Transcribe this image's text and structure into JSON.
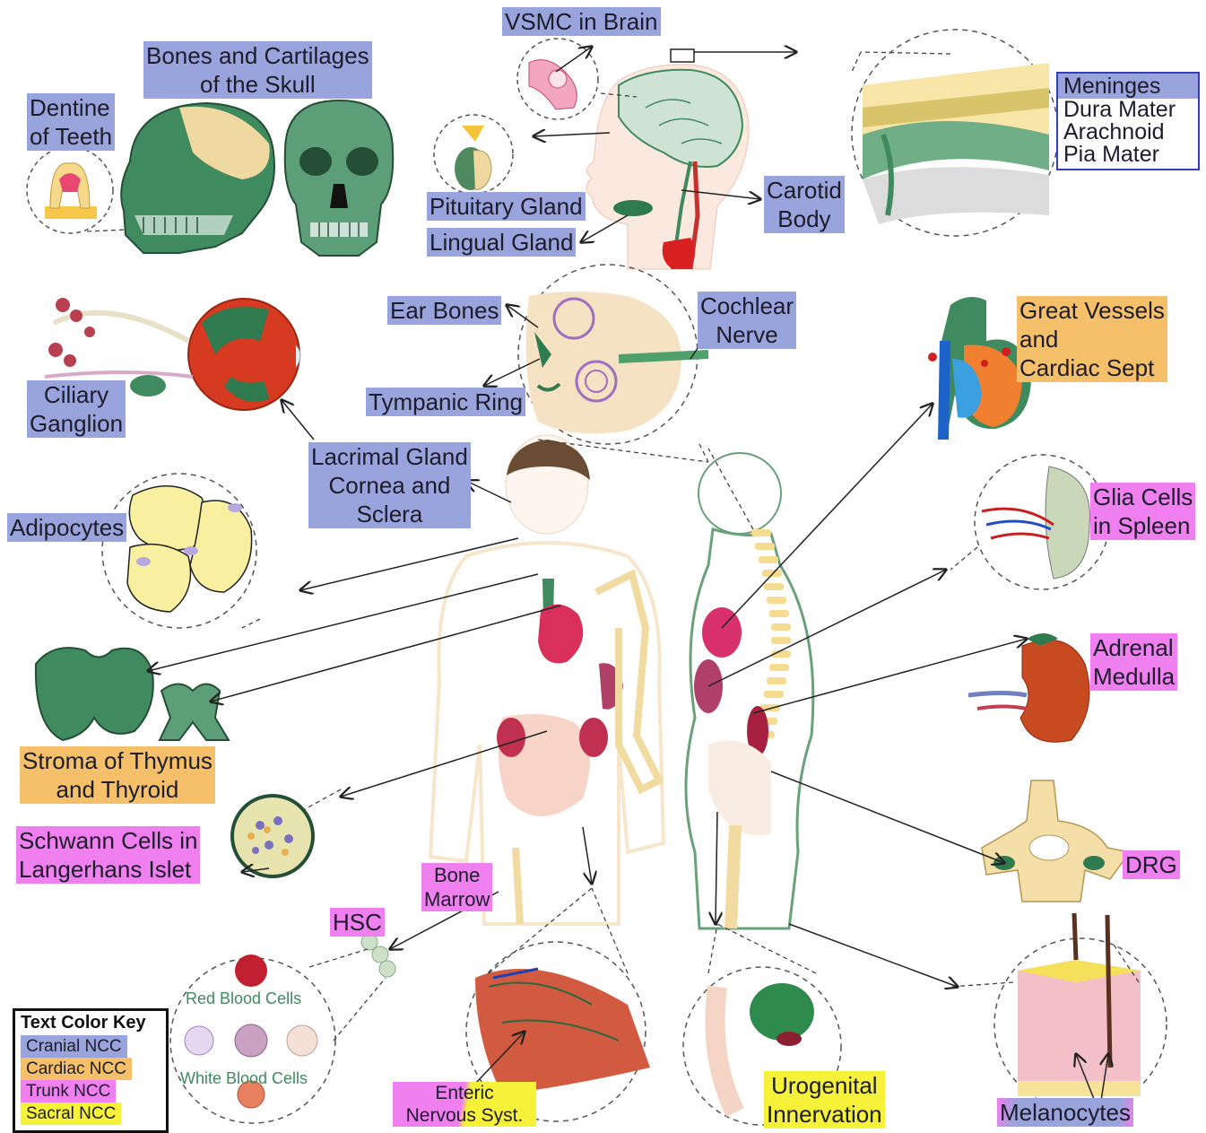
{
  "labels": {
    "dentine": "Dentine\nof Teeth",
    "skull": "Bones and Cartilages\nof the Skull",
    "vsmc": "VSMC in Brain",
    "pituitary": "Pituitary Gland",
    "lingual": "Lingual Gland",
    "carotid": "Carotid\nBody",
    "ear_bones": "Ear Bones",
    "cochlear": "Cochlear\nNerve",
    "tympanic": "Tympanic Ring",
    "ciliary": "Ciliary\nGanglion",
    "lacrimal": "Lacrimal Gland\nCornea and\nSclera",
    "adipocytes": "Adipocytes",
    "stroma": "Stroma of Thymus\nand Thyroid",
    "schwann": "Schwann Cells in\nLangerhans Islet",
    "bone_marrow": "Bone\nMarrow",
    "hsc": "HSC",
    "red_blood": "Red Blood Cells",
    "white_blood": "White Blood Cells",
    "enteric": "Enteric\nNervous Syst.",
    "urogenital": "Urogenital\nInnervation",
    "great_vessels": "Great Vessels\nand\nCardiac Sept",
    "glia": "Glia Cells\nin Spleen",
    "adrenal": "Adrenal\nMedulla",
    "drg": "DRG",
    "melanocytes": "Melanocytes"
  },
  "meninges": {
    "title": "Meninges",
    "items": [
      "Dura Mater",
      "Arachnoid",
      "Pia Mater"
    ]
  },
  "key": {
    "title": "Text Color Key",
    "items": [
      {
        "label": "Cranial NCC",
        "color": "#9aa4dc"
      },
      {
        "label": "Cardiac NCC",
        "color": "#f6c06a"
      },
      {
        "label": "Trunk NCC",
        "color": "#f07ff0"
      },
      {
        "label": "Sacral NCC",
        "color": "#f6f23a"
      }
    ]
  },
  "colors": {
    "cranial": "#9aa4dc",
    "cardiac": "#f6c06a",
    "trunk": "#f07ff0",
    "sacral": "#f6f23a",
    "tissue_green": "#3f8a5e",
    "bone_tan": "#efd9a0",
    "organ_red": "#c0304a"
  }
}
